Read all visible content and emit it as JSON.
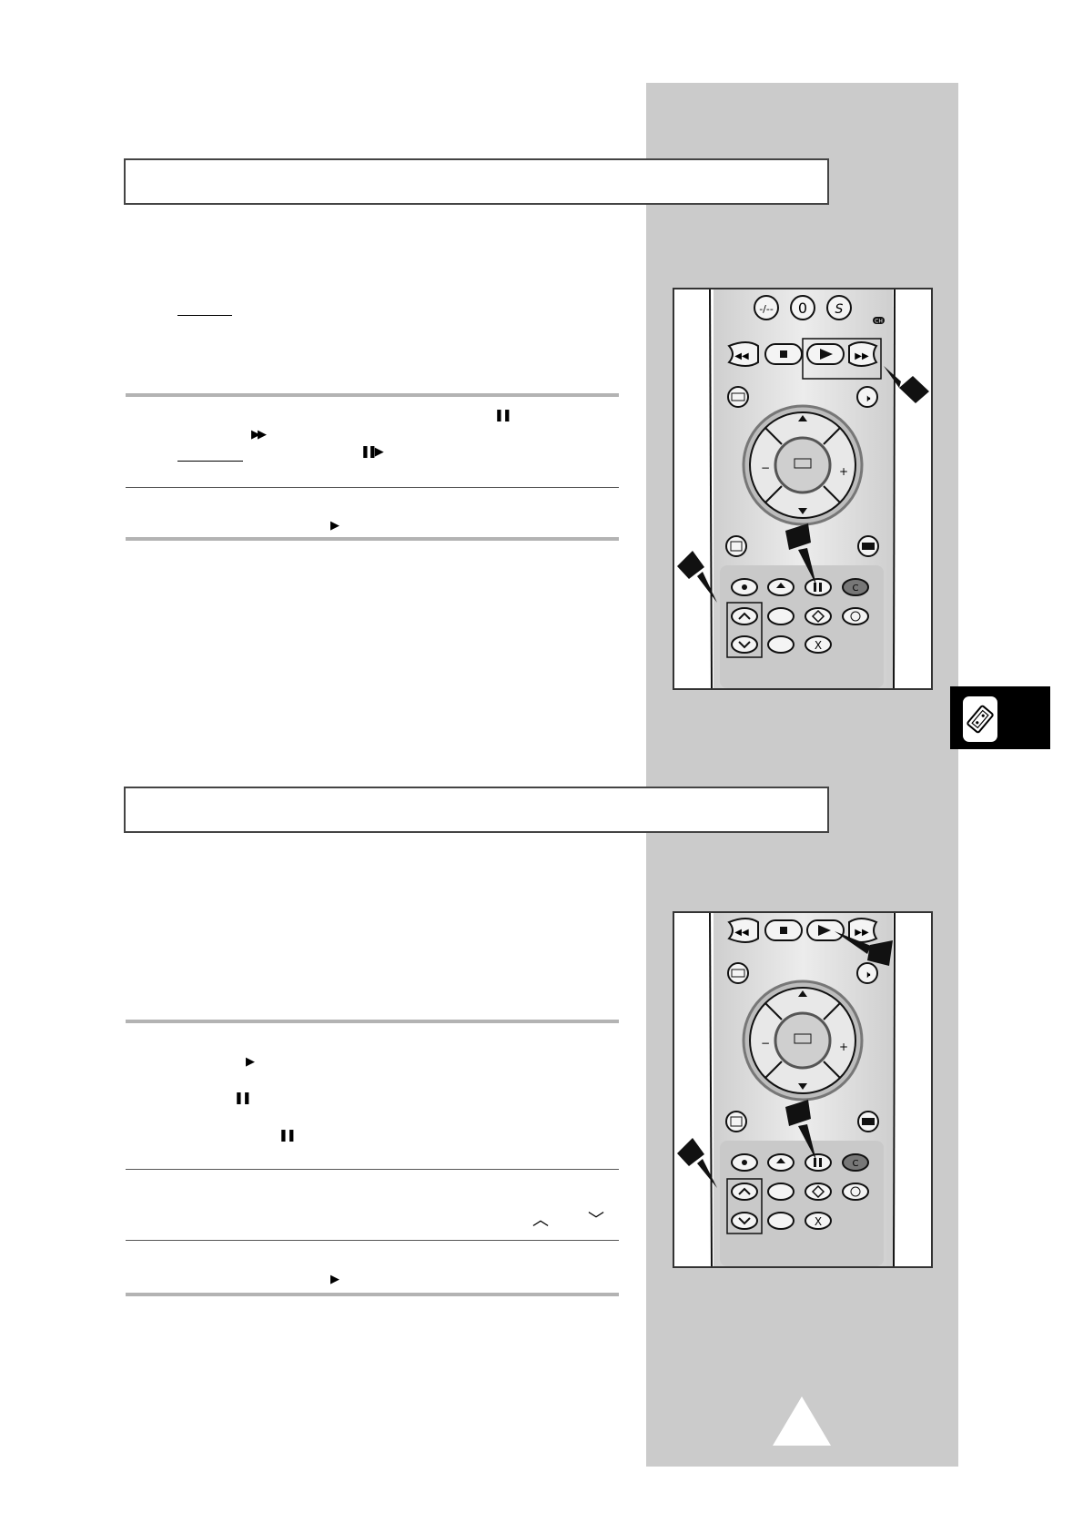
{
  "page": {
    "colors": {
      "side_band": "#cbcbcb",
      "rule": "#b3b3b3",
      "tab_block": "#000000",
      "remote_body": "#dcdcdc"
    }
  },
  "section1": {
    "title": "",
    "step_symbols": {
      "pause": "❚❚",
      "fast_forward": "▶▶",
      "frame_advance": "❚❚▶",
      "play": "▶"
    }
  },
  "section2": {
    "title": "",
    "step_symbols": {
      "play": "▶",
      "pause_a": "❚❚",
      "pause_b": "❚❚",
      "tracking_up": "︿",
      "tracking_down": "﹀",
      "play_end": "▶"
    }
  },
  "remote": {
    "buttons": {
      "dash": "-/--",
      "zero": "0",
      "ch": "CH",
      "x": "X",
      "c": "C"
    },
    "icons": [
      "rewind-icon",
      "stop-icon",
      "play-icon",
      "fast-forward-icon",
      "vcr-tv-icon",
      "mute-icon",
      "up-arrow-icon",
      "down-arrow-icon",
      "menu-icon",
      "record-icon",
      "eject-icon",
      "pause-icon",
      "tracking-up-icon",
      "tracking-down-icon",
      "clock-icon",
      "diamond-icon"
    ]
  },
  "tab": {
    "icon": "vcr-cassette-icon"
  }
}
